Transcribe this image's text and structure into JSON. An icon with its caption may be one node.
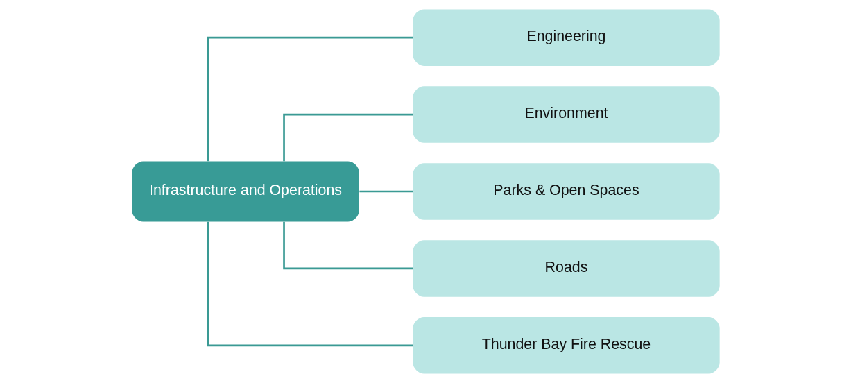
{
  "diagram": {
    "nodes": [
      {
        "text": [
          "Infrastructure and Operations"
        ]
      },
      {
        "text": [
          "Engineering"
        ]
      },
      {
        "text": [
          "Environment"
        ]
      },
      {
        "text": [
          "Parks & Open Spaces"
        ]
      },
      {
        "text": [
          "Roads"
        ]
      },
      {
        "text": [
          "Thunder Bay Fire Rescue"
        ]
      }
    ],
    "edges": [
      {
        "from": 0,
        "to": 1,
        "arrow": "none"
      },
      {
        "from": 0,
        "to": 2,
        "arrow": "none"
      },
      {
        "from": 0,
        "to": 3,
        "arrow": "none"
      },
      {
        "from": 0,
        "to": 4,
        "arrow": "none"
      },
      {
        "from": 0,
        "to": 5,
        "arrow": "none"
      }
    ]
  }
}
